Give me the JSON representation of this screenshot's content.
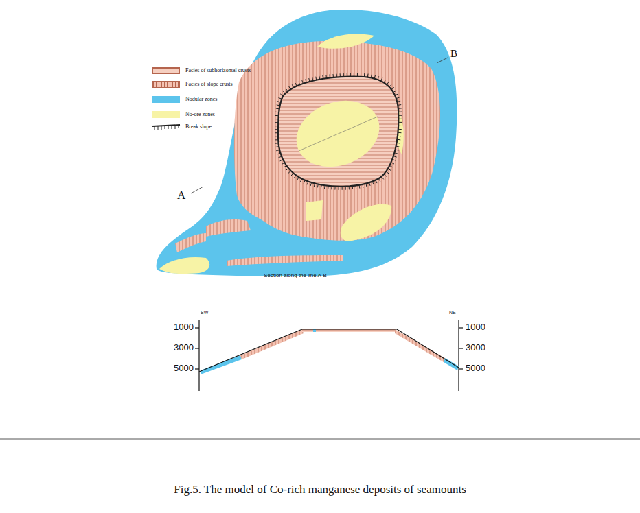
{
  "diagram": {
    "caption": "Fig.5. The model of Co-rich manganese deposits of seamounts",
    "labels": [
      "A",
      "B",
      "Section along the line A-B",
      "SW",
      "NE",
      "1000",
      "3000",
      "5000",
      "1000",
      "3000",
      "5000"
    ],
    "legend": [
      {
        "text": "Facies of subhorizontal crusts"
      },
      {
        "text": "Facies of slope crusts"
      },
      {
        "text": "Nodular zones",
        "color": "#5cc4ec"
      },
      {
        "text": "No-ore zones",
        "color": "#f7f3a6"
      },
      {
        "text": "Break slope"
      }
    ]
  }
}
